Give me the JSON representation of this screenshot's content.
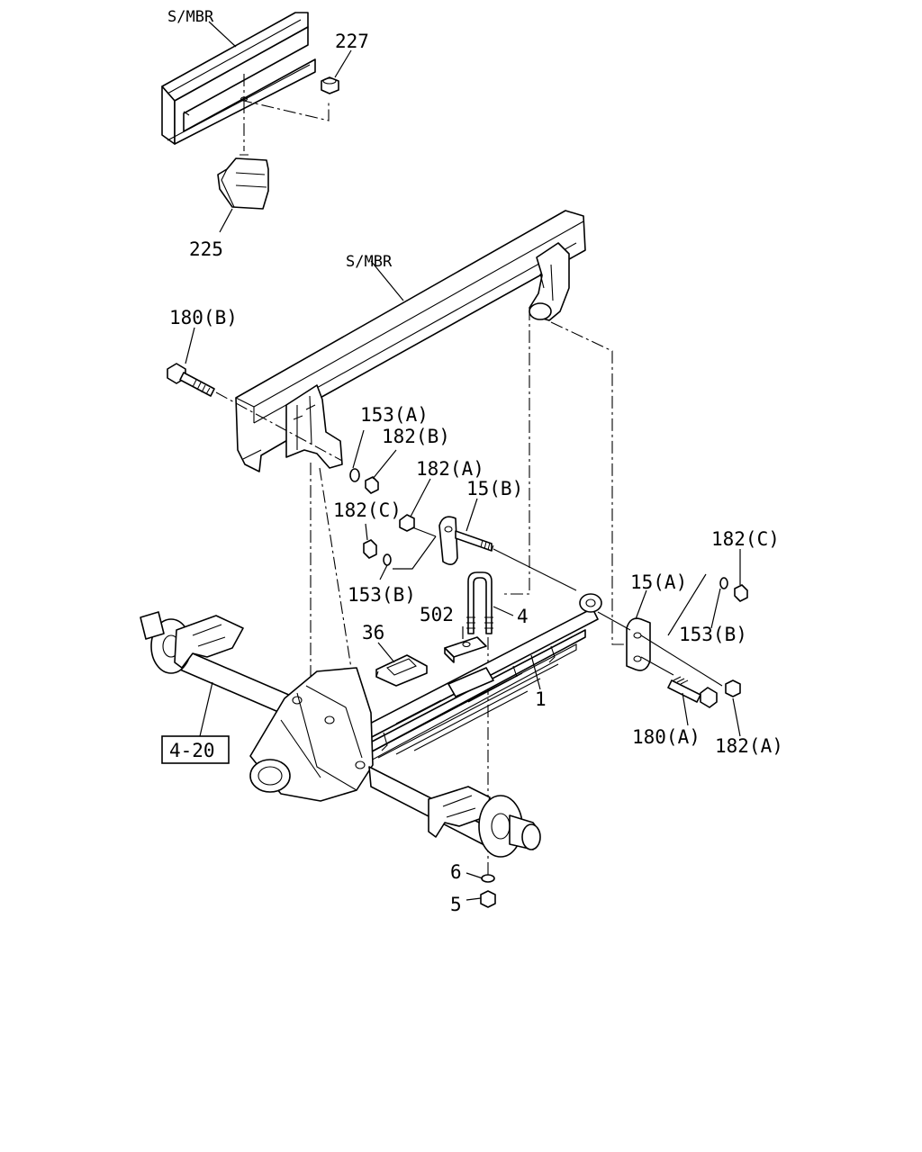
{
  "labels": {
    "s_mbr_top": "S/MBR",
    "s_mbr_main": "S/MBR",
    "p227": "227",
    "p225": "225",
    "p180b": "180(B)",
    "p153a": "153(A)",
    "p182b": "182(B)",
    "p182a_left": "182(A)",
    "p15b": "15(B)",
    "p182c_left": "182(C)",
    "p153b_left": "153(B)",
    "p502": "502",
    "p4": "4",
    "p36": "36",
    "p1": "1",
    "p182c_right": "182(C)",
    "p15a": "15(A)",
    "p153b_right": "153(B)",
    "p180a": "180(A)",
    "p182a_right": "182(A)",
    "p6": "6",
    "p5": "5",
    "ref_4_20": "4-20"
  }
}
